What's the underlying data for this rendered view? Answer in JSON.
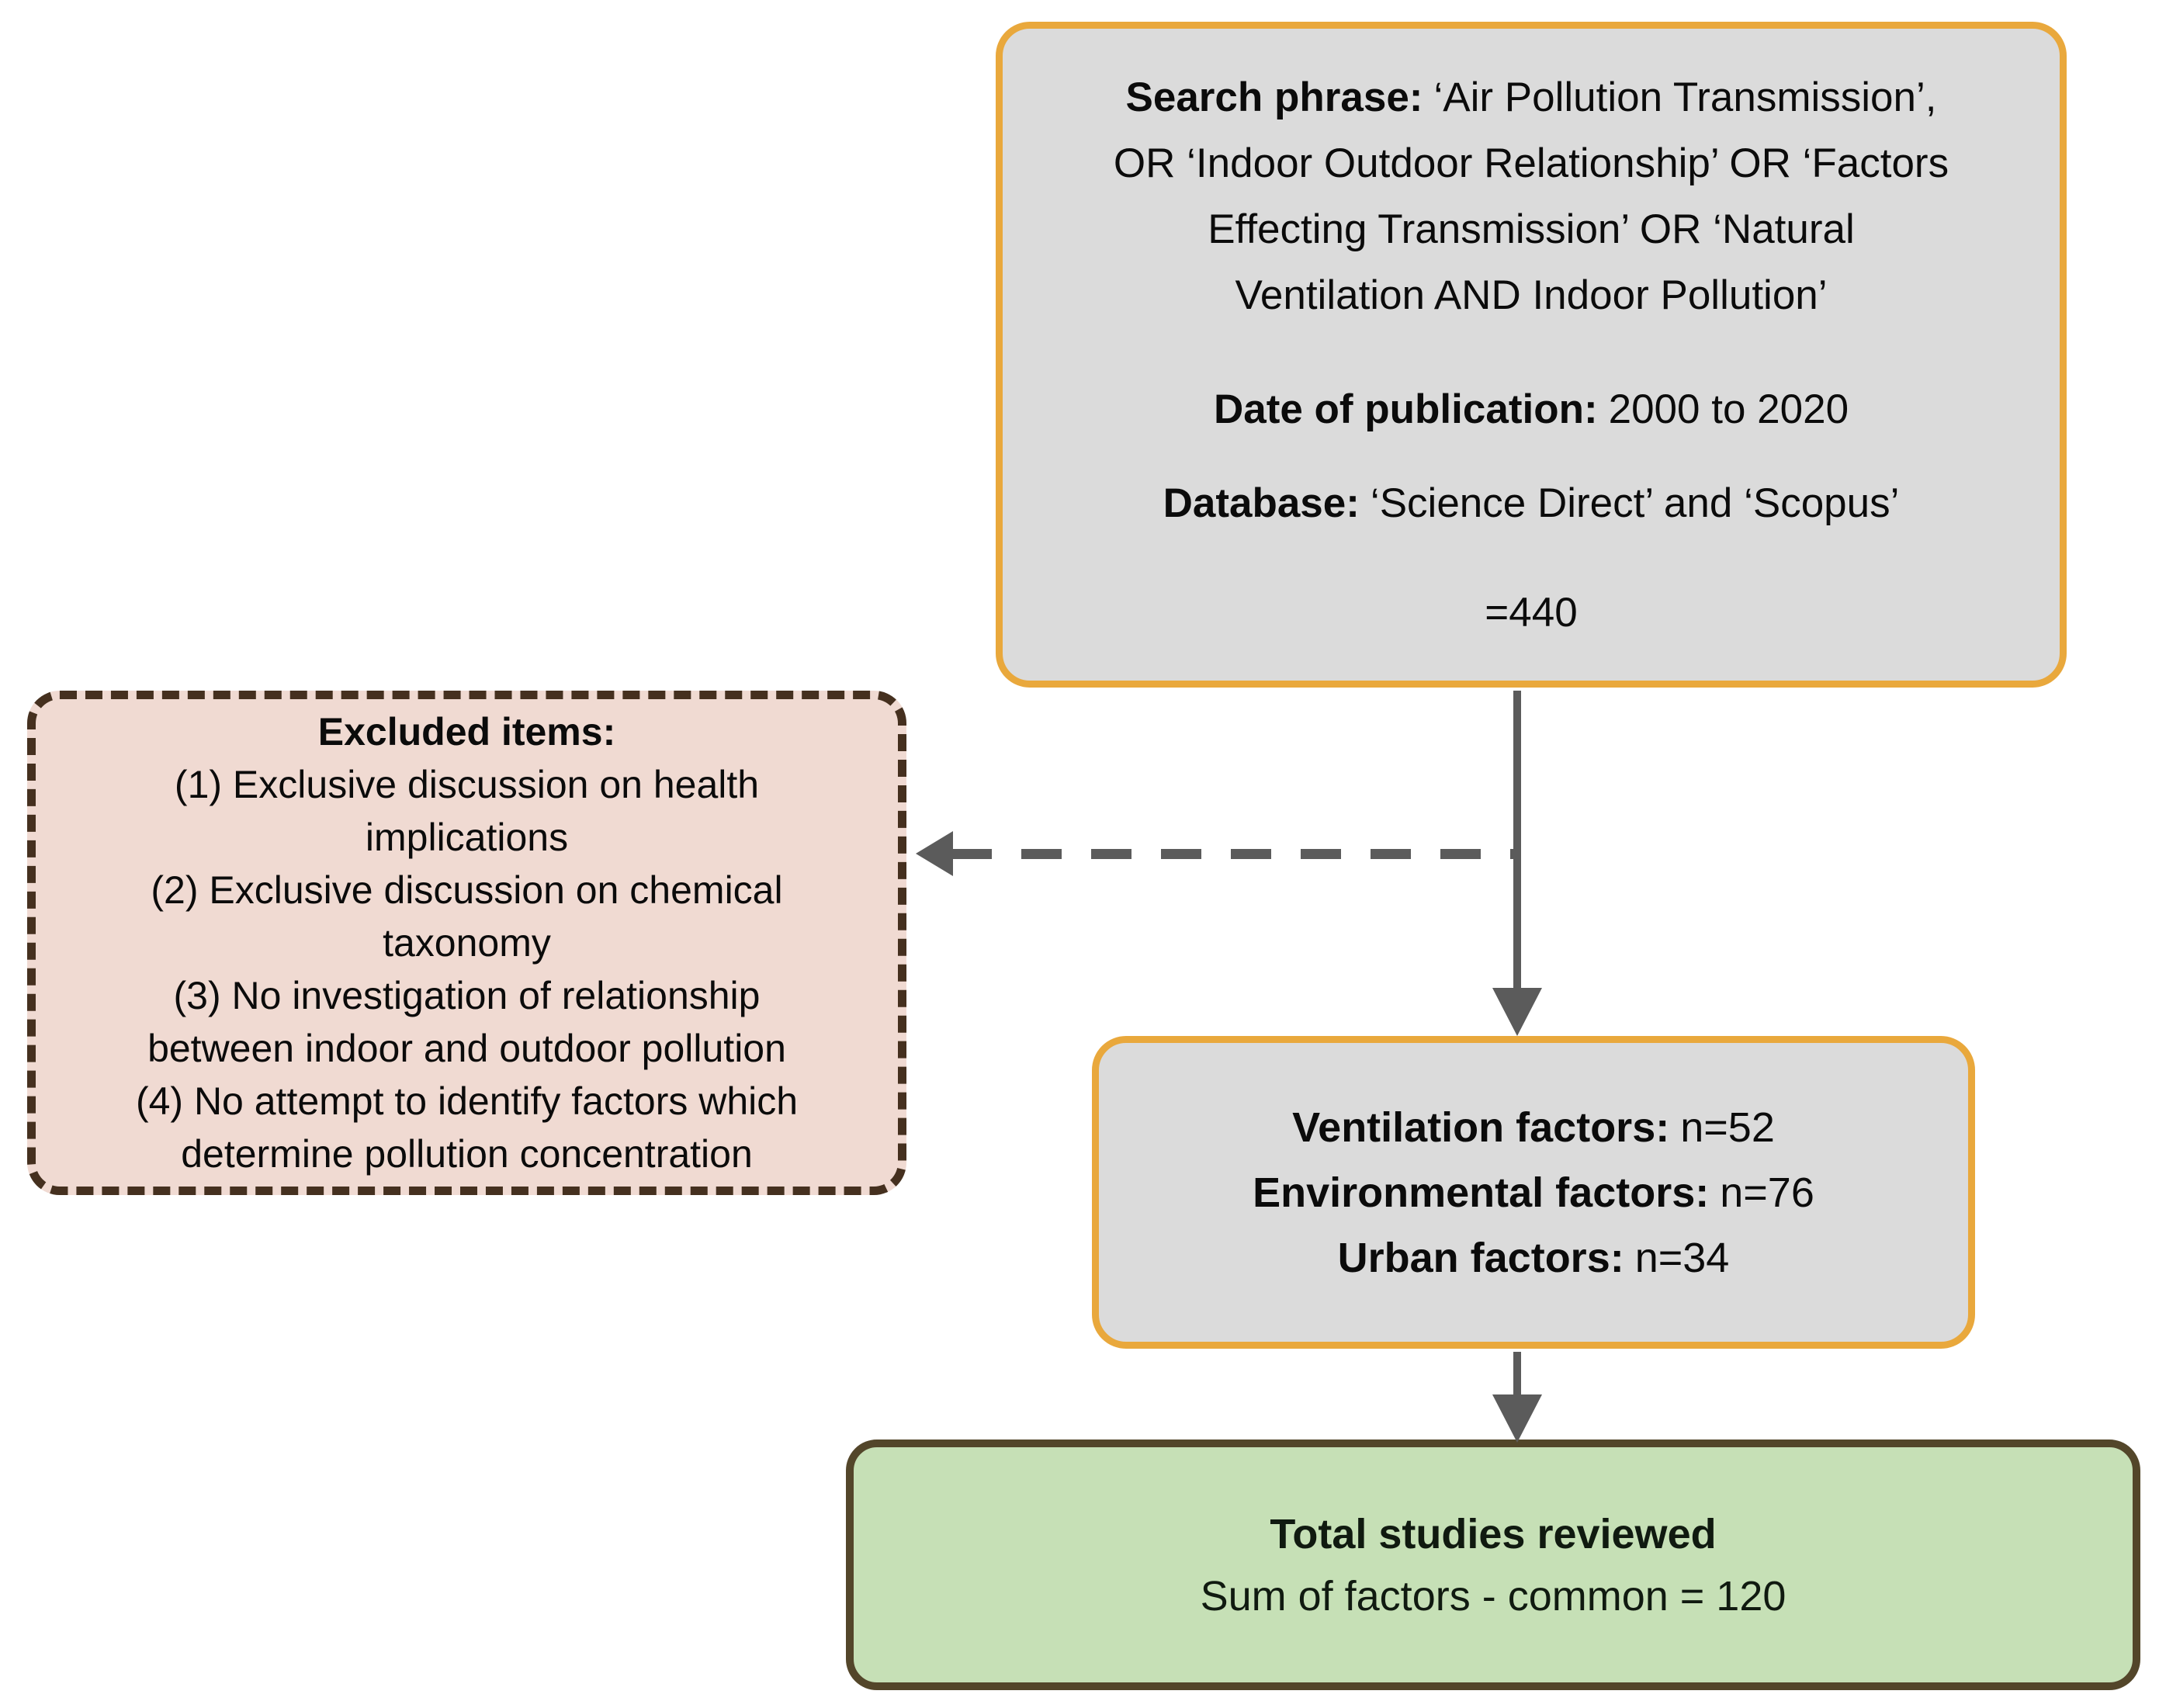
{
  "colors": {
    "accent_border_orange": "#E9A83C",
    "criteria_box_fill": "#DBDBDB",
    "excluded_box_fill": "#F0DAD2",
    "excluded_box_border": "#45301F",
    "total_box_fill": "#C6E0B6",
    "total_box_border": "#53462A",
    "arrow_gray": "#5B5B5B"
  },
  "search_box": {
    "search_label": "Search phrase:",
    "search_line1_rest": "‘Air Pollution Transmission’,",
    "search_line2": "OR ‘Indoor Outdoor Relationship’ OR ‘Factors",
    "search_line3": "Effecting Transmission’ OR ‘Natural",
    "search_line4": "Ventilation AND Indoor Pollution’",
    "date_label": "Date of publication:",
    "date_value": "2000 to 2020",
    "database_label": "Database:",
    "database_value": "‘Science Direct’ and ‘Scopus’",
    "result_count": "=440"
  },
  "excluded_box": {
    "title": "Excluded items:",
    "items": [
      "(1) Exclusive discussion on health implications",
      "(2) Exclusive discussion on chemical taxonomy",
      "(3) No investigation of relationship between indoor and outdoor pollution",
      "(4) No attempt to identify factors which determine pollution concentration"
    ]
  },
  "factors_box": {
    "rows": [
      {
        "label": "Ventilation factors:",
        "value": "n=52"
      },
      {
        "label": "Environmental factors:",
        "value": "n=76"
      },
      {
        "label": "Urban factors:",
        "value": "n=34"
      }
    ]
  },
  "total_box": {
    "title": "Total studies reviewed",
    "subtitle": "Sum of factors - common = 120"
  }
}
